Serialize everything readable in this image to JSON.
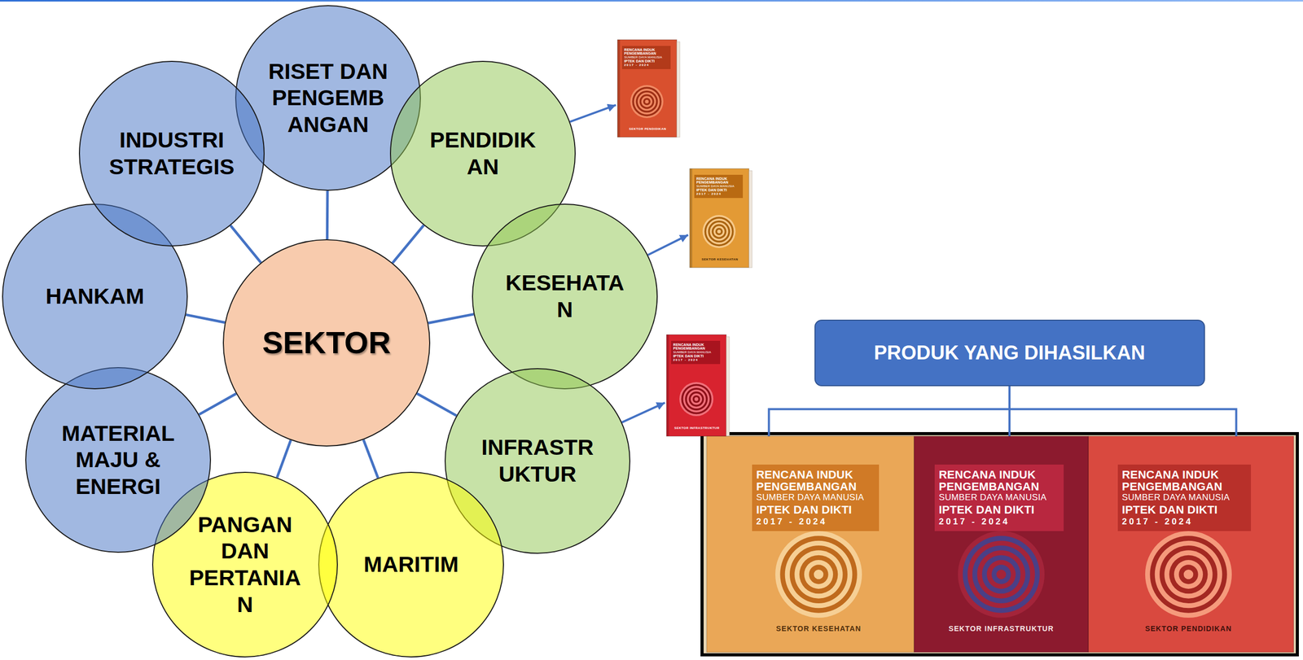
{
  "diagram": {
    "nodes": [
      {
        "text": [
          "SEKTOR"
        ]
      },
      {
        "text": [
          "RISET DAN PENGEMB ANGAN"
        ]
      },
      {
        "text": [
          "PENDIDIK AN"
        ]
      },
      {
        "text": [
          "KESEHATA N"
        ]
      },
      {
        "text": [
          "INFRASTR UKTUR"
        ]
      },
      {
        "text": [
          "MARITIM"
        ]
      },
      {
        "text": [
          "PANGAN DAN PERTANIA N"
        ]
      },
      {
        "text": [
          "MATERIAL MAJU & ENERGI"
        ]
      },
      {
        "text": [
          "HANKAM"
        ]
      },
      {
        "text": [
          "INDUSTRI STRATEGIS"
        ]
      },
      {
        "text": [
          "RENCANA INDUK PENGEMBANGAN",
          "SUMBER DAYA MANUSIA",
          "IPTEK DAN DIKTI",
          "2017 - 2024",
          "SEKTOR PENDIDIKAN"
        ]
      },
      {
        "text": [
          "RENCANA INDUK PENGEMBANGAN",
          "SUMBER DAYA MANUSIA",
          "IPTEK DAN DIKTI",
          "2017 - 2024",
          "SEKTOR KESEHATAN"
        ]
      },
      {
        "text": [
          "RENCANA INDUK PENGEMBANGAN",
          "SUMBER DAYA MANUSIA",
          "IPTEK DAN DIKTI",
          "2017 - 2024",
          "SEKTOR INFRASTRUKTUR"
        ]
      },
      {
        "text": [
          "PRODUK YANG DIHASILKAN"
        ]
      },
      {
        "text": [
          "RENCANA INDUK PENGEMBANGAN",
          "SUMBER DAYA MANUSIA",
          "IPTEK DAN DIKTI",
          "2017 - 2024",
          "SEKTOR KESEHATAN"
        ]
      },
      {
        "text": [
          "RENCANA INDUK PENGEMBANGAN",
          "SUMBER DAYA MANUSIA",
          "IPTEK DAN DIKTI",
          "2017 - 2024",
          "SEKTOR INFRASTRUKTUR"
        ]
      },
      {
        "text": [
          "RENCANA INDUK PENGEMBANGAN",
          "SUMBER DAYA MANUSIA",
          "IPTEK DAN DIKTI",
          "2017 - 2024",
          "SEKTOR PENDIDIKAN"
        ]
      }
    ],
    "edges": [
      {
        "from": 0,
        "to": 1,
        "arrow": "none"
      },
      {
        "from": 0,
        "to": 2,
        "arrow": "none"
      },
      {
        "from": 0,
        "to": 3,
        "arrow": "none"
      },
      {
        "from": 0,
        "to": 4,
        "arrow": "none"
      },
      {
        "from": 0,
        "to": 5,
        "arrow": "none"
      },
      {
        "from": 0,
        "to": 6,
        "arrow": "none"
      },
      {
        "from": 0,
        "to": 7,
        "arrow": "none"
      },
      {
        "from": 0,
        "to": 8,
        "arrow": "none"
      },
      {
        "from": 0,
        "to": 9,
        "arrow": "none"
      },
      {
        "from": 2,
        "to": 10,
        "arrow": "to"
      },
      {
        "from": 3,
        "to": 11,
        "arrow": "to"
      },
      {
        "from": 4,
        "to": 12,
        "arrow": "to"
      },
      {
        "from": 13,
        "to": 14,
        "arrow": "none"
      },
      {
        "from": 13,
        "to": 15,
        "arrow": "none"
      },
      {
        "from": 13,
        "to": 16,
        "arrow": "none"
      }
    ]
  }
}
